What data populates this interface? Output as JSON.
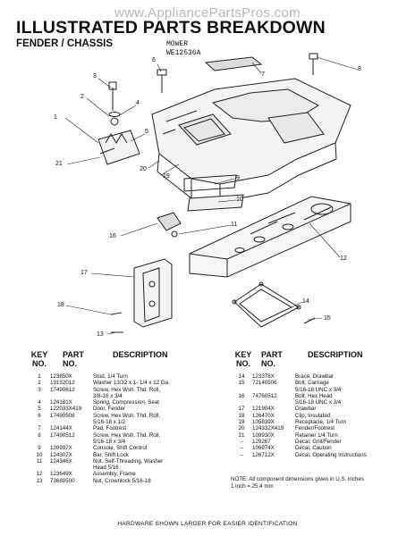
{
  "watermark": "www.AppliancePartsPros.com",
  "title": "ILLUSTRATED PARTS BREAKDOWN",
  "section": "FENDER / CHASSIS",
  "model_label": "MOWER",
  "model_number": "WE12536A",
  "callouts": {
    "c1": "1",
    "c2": "2",
    "c3": "3",
    "c4": "4",
    "c5": "5",
    "c6": "6",
    "c7": "7",
    "c8": "8",
    "c9": "9",
    "c10": "10",
    "c11": "11",
    "c12": "12",
    "c13": "13",
    "c14": "14",
    "c15": "15",
    "c16": "16",
    "c17": "17",
    "c18": "18",
    "c19": "19",
    "c20": "20",
    "c21": "21"
  },
  "table_headers": {
    "key_no": "KEY\nNO.",
    "part_no": "PART\nNO.",
    "description": "DESCRIPTION"
  },
  "left_parts": [
    {
      "key": "1",
      "part": "123650X",
      "desc": "Stud, 1/4 Turn"
    },
    {
      "key": "2",
      "part": "19132012",
      "desc": "Washer 13/32 x 1- 1/4 x 12 Ga."
    },
    {
      "key": "3",
      "part": "17490612",
      "desc": "Screw, Hex Wsh. Thd. Roll,"
    },
    {
      "key": "",
      "part": "",
      "desc": "3/8-16 x 3/4"
    },
    {
      "key": "4",
      "part": "124181X",
      "desc": "Spring, Compression, Seat"
    },
    {
      "key": "5",
      "part": "122033X419",
      "desc": "Door, Fender"
    },
    {
      "key": "6",
      "part": "17490508",
      "desc": "Screw, Hex Wsh. Thd. Roll,"
    },
    {
      "key": "",
      "part": "",
      "desc": "5/16-18 x 1/2"
    },
    {
      "key": "7",
      "part": "124144X",
      "desc": "Pad, Footrest"
    },
    {
      "key": "8",
      "part": "17490512",
      "desc": "Screw, Hex Wsh. Thd. Roll,"
    },
    {
      "key": "",
      "part": "",
      "desc": "5/16-18 x 3/4"
    },
    {
      "key": "9",
      "part": "126997X",
      "desc": "Console, Shift Control"
    },
    {
      "key": "10",
      "part": "124307X",
      "desc": "Bar, Shift Lock"
    },
    {
      "key": "11",
      "part": "124346X",
      "desc": "Nut, Self-Threading, Washer"
    },
    {
      "key": "",
      "part": "",
      "desc": "Head 5/16"
    },
    {
      "key": "12",
      "part": "123649X",
      "desc": "Assembly, Frame"
    },
    {
      "key": "13",
      "part": "73680500",
      "desc": "Nut, Crownlock 5/16-18"
    }
  ],
  "right_parts": [
    {
      "key": "14",
      "part": "123378X",
      "desc": "Brace, Drawbar"
    },
    {
      "key": "15",
      "part": "72140506",
      "desc": "Bolt, Carriage"
    },
    {
      "key": "",
      "part": "",
      "desc": "5/16-18 UNC x 3/4"
    },
    {
      "key": "16",
      "part": "74760512",
      "desc": "Bolt, Hex Head"
    },
    {
      "key": "",
      "part": "",
      "desc": "5/16-18 UNC x 3/4"
    },
    {
      "key": "17",
      "part": "121904X",
      "desc": "Drawbar"
    },
    {
      "key": "18",
      "part": "126470X",
      "desc": "Clip, Insulated"
    },
    {
      "key": "19",
      "part": "105839X",
      "desc": "Receptacle, 1/4 Turn"
    },
    {
      "key": "20",
      "part": "124332X419",
      "desc": "Fender/Footrest"
    },
    {
      "key": "21",
      "part": "109930X",
      "desc": "Retainer 1/4 Turn"
    },
    {
      "key": "--",
      "part": "129267",
      "desc": "Decal, Grill/Fender"
    },
    {
      "key": "--",
      "part": "106974X",
      "desc": "Decal, Caution"
    },
    {
      "key": "--",
      "part": "126712X",
      "desc": "Decal, Operating Instructions"
    }
  ],
  "note": "NOTE: All component dimensions given in U.S. inches\n1 inch = 25.4 mm",
  "footer": "HARDWARE SHOWN LARGER FOR EASIER IDENTIFICATION"
}
